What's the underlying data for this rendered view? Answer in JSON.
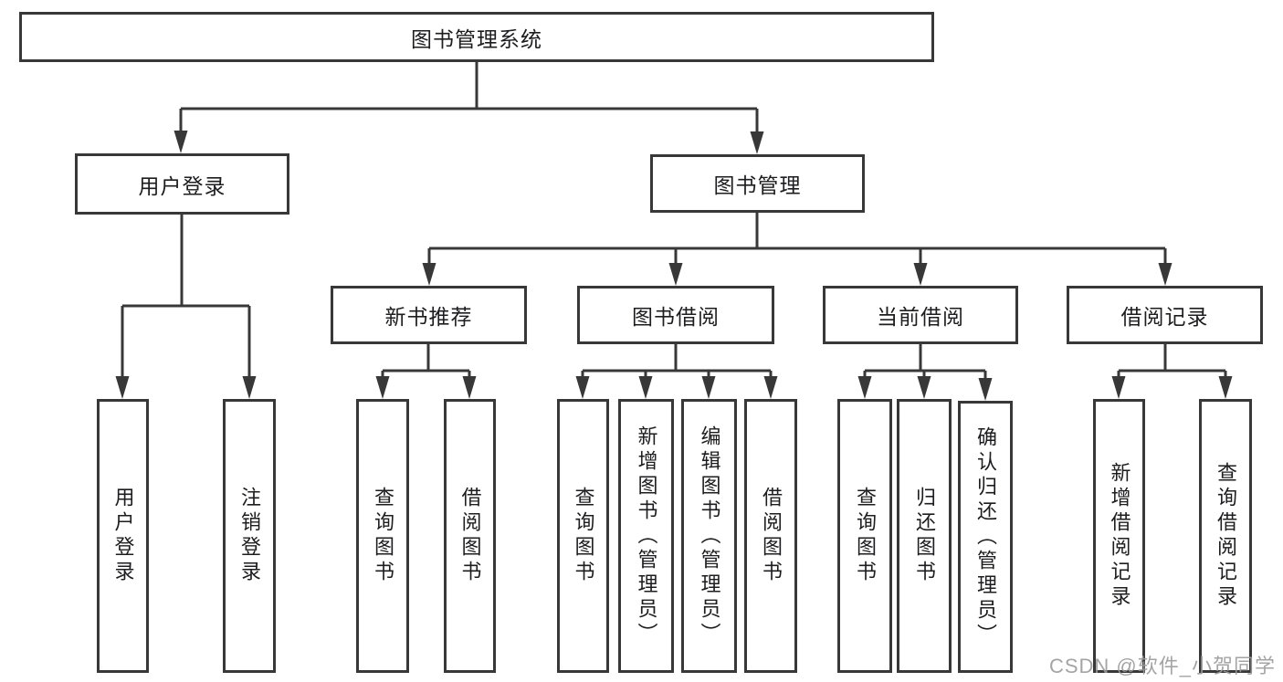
{
  "tree": {
    "root": "图书管理系统",
    "branches": {
      "user": {
        "label": "用户登录",
        "children": [
          "用户登录",
          "注销登录"
        ]
      },
      "book": {
        "label": "图书管理",
        "groups": [
          {
            "label": "新书推荐",
            "children": [
              "查询图书",
              "借阅图书"
            ]
          },
          {
            "label": "图书借阅",
            "children": [
              "查询图书",
              "新增图书（管理员）",
              "编辑图书（管理员）",
              "借阅图书"
            ]
          },
          {
            "label": "当前借阅",
            "children": [
              "查询图书",
              "归还图书",
              "确认归还（管理员）"
            ]
          },
          {
            "label": "借阅记录",
            "children": [
              "新增借阅记录",
              "查询借阅记录"
            ]
          }
        ]
      }
    }
  },
  "watermark": {
    "text": "CSDN @软件_小贺同学"
  },
  "colors": {
    "line": "#383838",
    "node_text": "#1d1d1f",
    "watermark_text": "#9b9b9b"
  }
}
